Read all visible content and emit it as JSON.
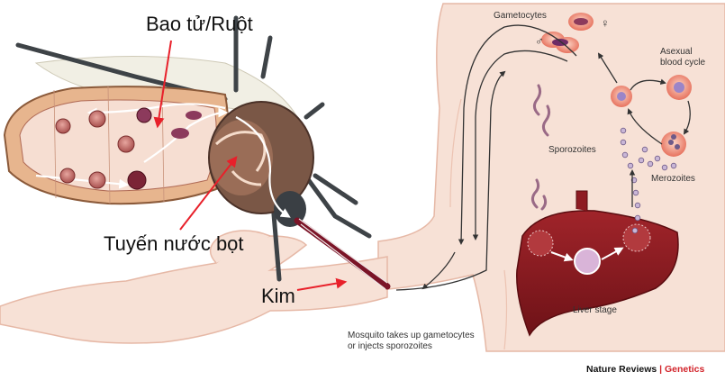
{
  "labels": {
    "gut_cyst": "Bao tử/Ruột",
    "salivary_gland": "Tuyến nước bọt",
    "needle": "Kim"
  },
  "stages": {
    "gametocytes": "Gametocytes",
    "asexual_line1": "Asexual",
    "asexual_line2": "blood cycle",
    "sporozoites": "Sporozoites",
    "merozoites": "Merozoites",
    "liver_stage": "Liver stage"
  },
  "symbols": {
    "female": "♀",
    "male": "♂"
  },
  "caption": {
    "line1": "Mosquito takes up gametocytes",
    "line2": "or injects sporozoites"
  },
  "credit": {
    "journal": "Nature Reviews",
    "separator": "|",
    "section": "Genetics"
  },
  "colors": {
    "accent_red": "#e8202a",
    "skin": "#f7e1d6",
    "liver": "#8e1b22",
    "mosquito_body": "#6b4b3e",
    "parasite": "#8c3a5c",
    "credit_red": "#d2232a"
  }
}
